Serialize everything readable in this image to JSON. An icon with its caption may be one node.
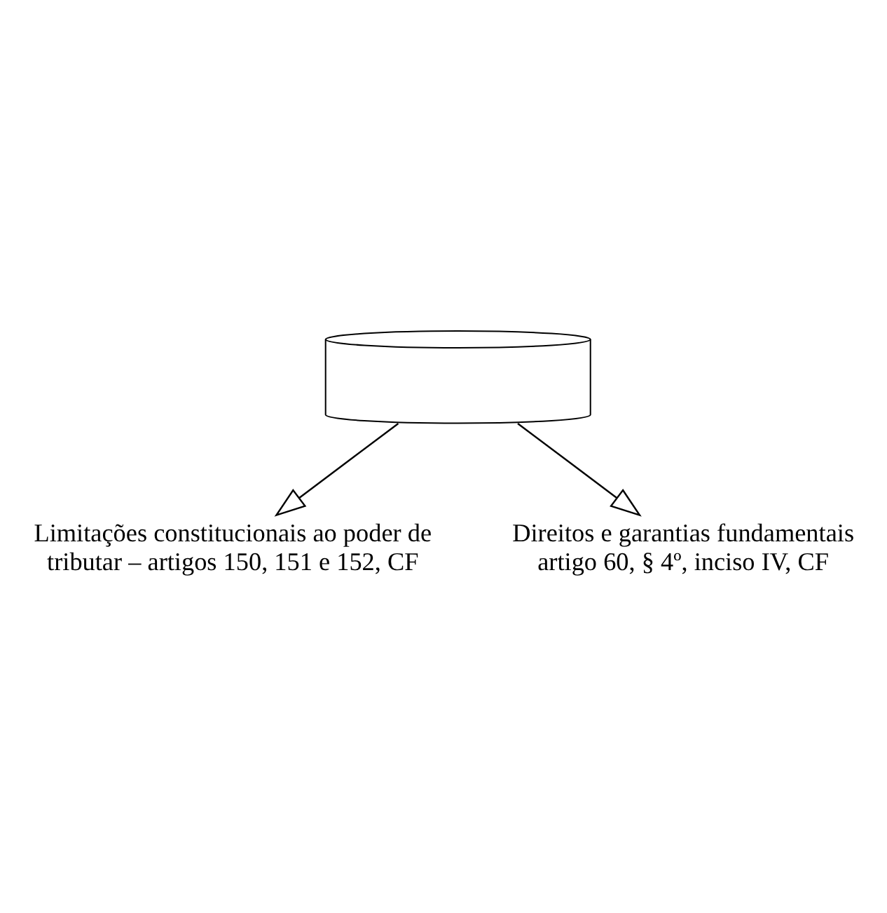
{
  "diagram": {
    "nodes": [
      {
        "text": [
          "Limitações constitucionais ao poder de tributar – artigos 150, 151 e 152, CF"
        ]
      },
      {
        "text": [],
        "shape": "cylinder"
      },
      {
        "text": [
          "Direitos e garantias fundamentais artigo 60, § 4º, inciso IV, CF"
        ]
      }
    ],
    "edges": [
      {
        "from": 1,
        "to": 0,
        "arrow": "to"
      },
      {
        "from": 1,
        "to": 2,
        "arrow": "to"
      }
    ]
  }
}
